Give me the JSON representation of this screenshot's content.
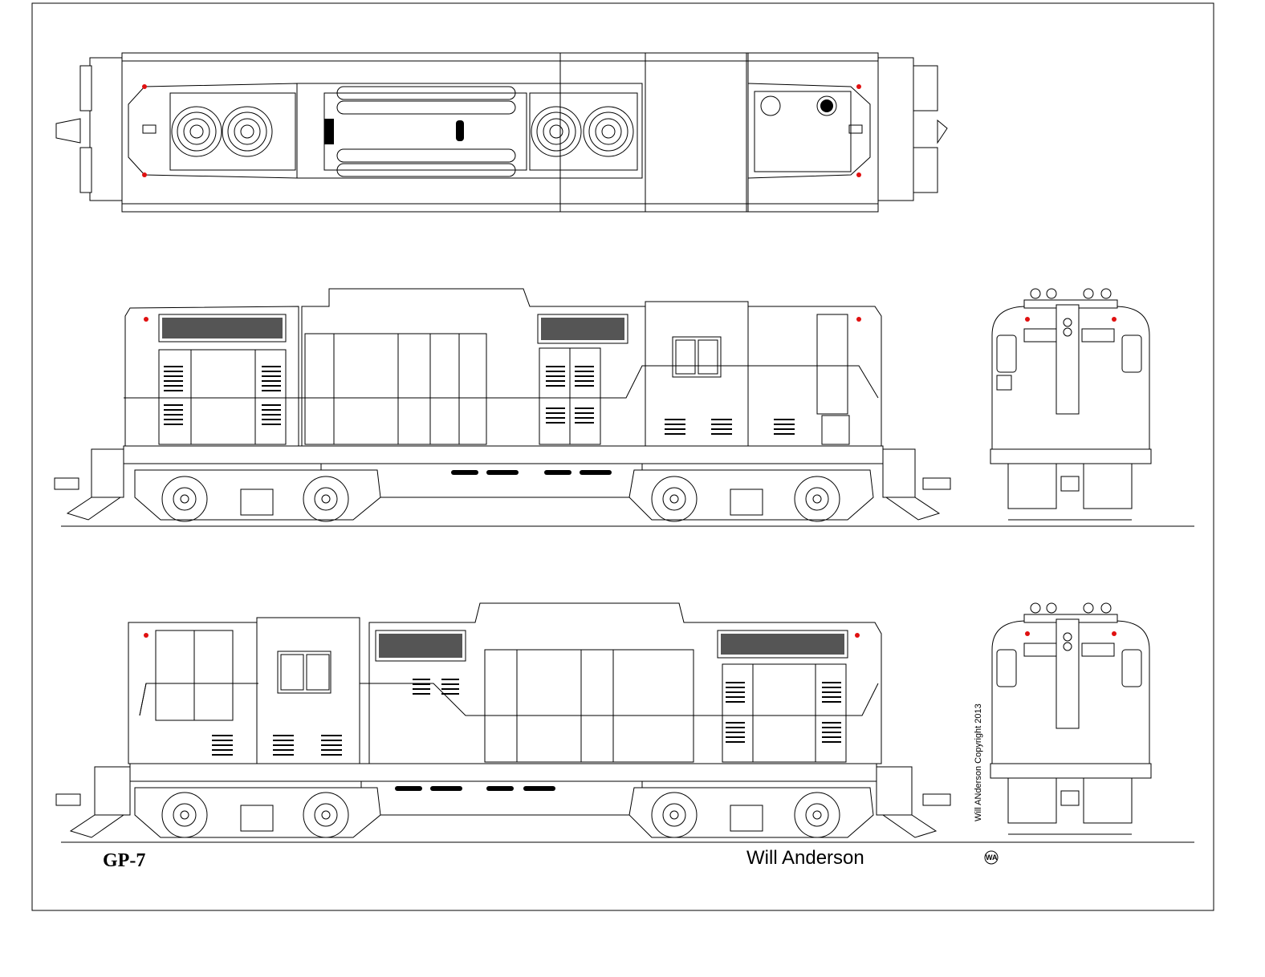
{
  "drawing": {
    "title": "GP-7",
    "author": "Will Anderson",
    "copyright": "Will ANderson Copyright 2013",
    "logo_text": "WA"
  },
  "views": [
    "top-view",
    "left-side-elevation",
    "front-end-view",
    "right-side-elevation",
    "rear-end-view"
  ],
  "colors": {
    "line": "#000000",
    "background": "#ffffff",
    "marker_lights": "#e01010"
  }
}
